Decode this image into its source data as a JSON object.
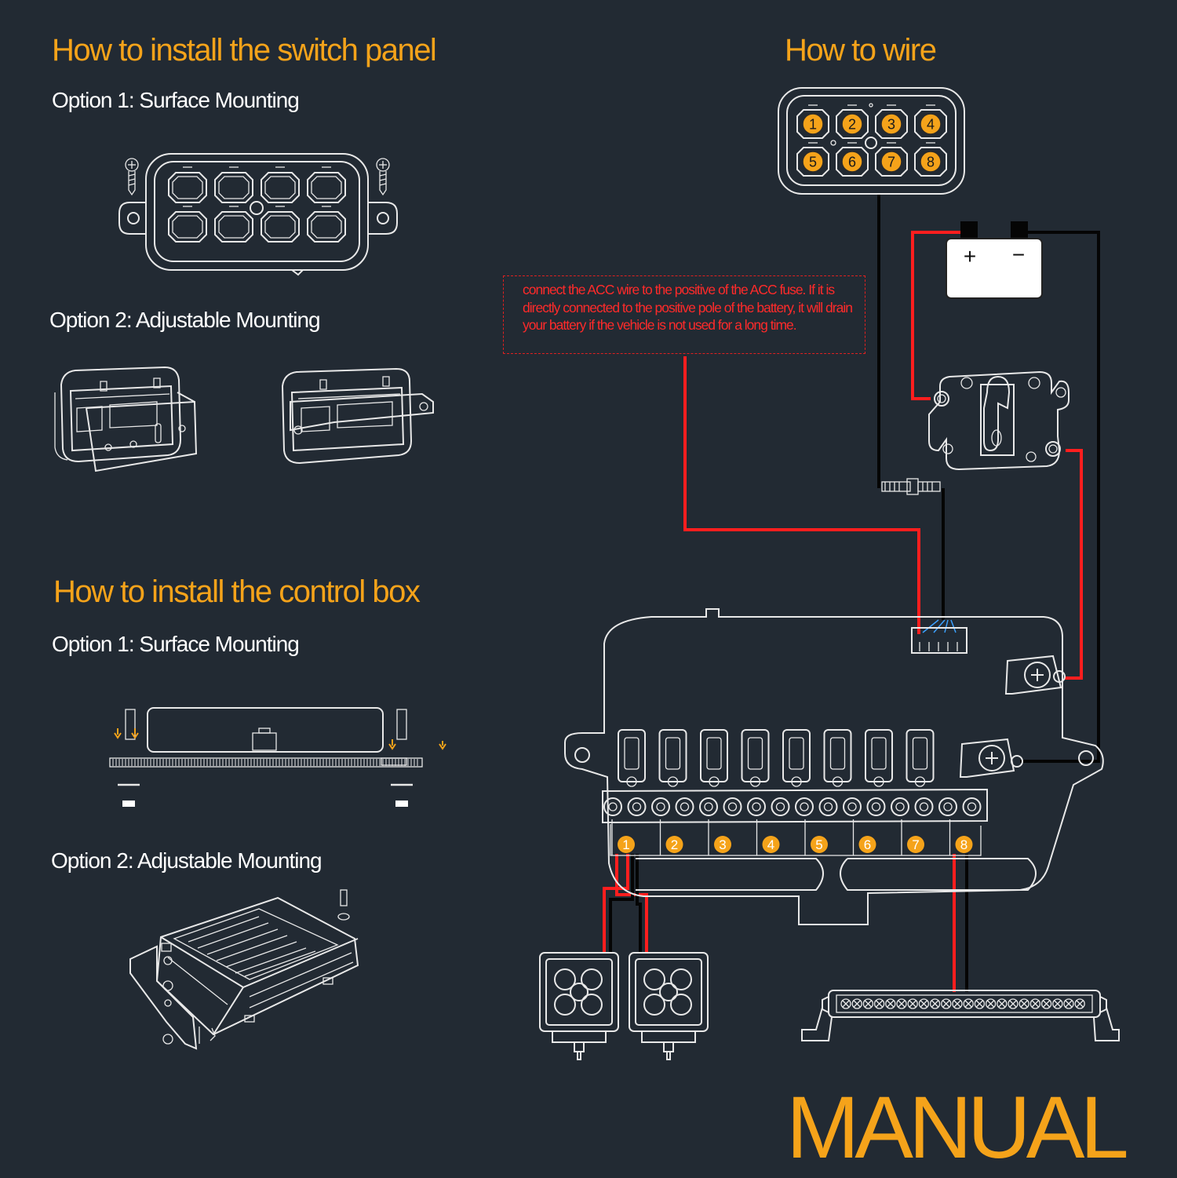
{
  "headings": {
    "switch_panel": "How to install the switch panel",
    "wire": "How to wire",
    "control_box": "How to install the control box"
  },
  "options": {
    "panel_option1": "Option 1: Surface Mounting",
    "panel_option2": "Option 2: Adjustable Mounting",
    "box_option1": "Option 1: Surface Mounting",
    "box_option2": "Option 2: Adjustable Mounting"
  },
  "note": {
    "text": "connect the ACC wire to the positive of the ACC fuse. If it is directly connected to the positive pole of the battery, it will drain your battery if the vehicle is not used for a long time."
  },
  "switch_buttons": [
    "1",
    "2",
    "3",
    "4",
    "5",
    "6",
    "7",
    "8"
  ],
  "channels": [
    "1",
    "2",
    "3",
    "4",
    "5",
    "6",
    "7",
    "8"
  ],
  "battery": {
    "positive": "+",
    "negative": "−"
  },
  "brand": "MANUAL",
  "colors": {
    "background": "#222a33",
    "accent": "#f5a31a",
    "positive_wire": "#ff1e1e",
    "negative_wire": "#050505",
    "outline": "#e8e8e8"
  },
  "icons": [
    "screw-icon",
    "switch-panel-icon",
    "battery-icon",
    "circuit-breaker-icon",
    "control-box-icon",
    "pod-light-icon",
    "light-bar-icon",
    "connector-icon"
  ]
}
